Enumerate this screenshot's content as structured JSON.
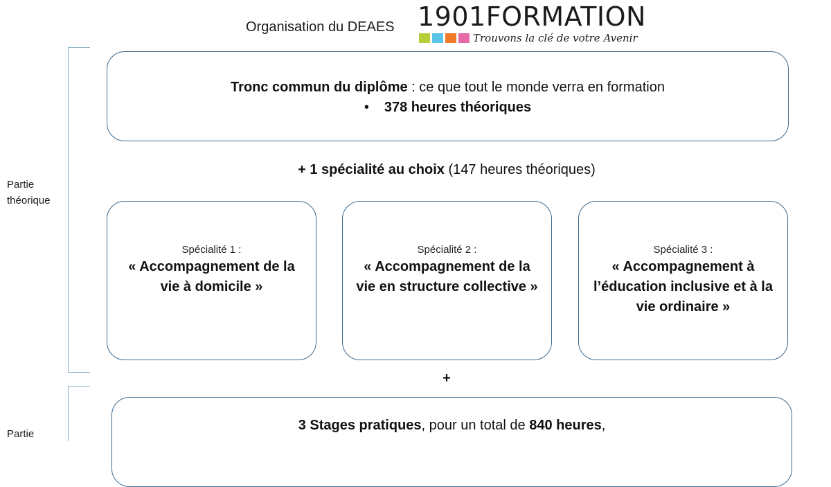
{
  "header": {
    "title": "Organisation du DEAES",
    "logo": {
      "wordmark": "1901FORMATION",
      "tagline": "Trouvons la clé de votre Avenir",
      "square_colors": [
        "#b6cf39",
        "#5bc4e8",
        "#f27a2b",
        "#e66aa6"
      ]
    }
  },
  "sections": {
    "theory_label": "Partie théorique",
    "practice_label": "Partie"
  },
  "core": {
    "title_bold": "Tronc commun du diplôme",
    "title_rest": " : ce que tout le monde verra en formation",
    "bullet": "•",
    "hours": "378 heures théoriques"
  },
  "choice": {
    "bold": "+ 1 spécialité au choix",
    "rest": " (147 heures théoriques)"
  },
  "specialities": [
    {
      "label": "Spécialité 1 :",
      "title": "« Accompagnement de la vie à domicile »"
    },
    {
      "label": "Spécialité 2 :",
      "title": "« Accompagnement de la vie en structure collective »"
    },
    {
      "label": "Spécialité 3 :",
      "title": "« Accompagnement à l’éducation inclusive et à la vie ordinaire »"
    }
  ],
  "plus": "+",
  "stages": {
    "bold1": "3 Stages pratiques",
    "text1": ", pour un total de ",
    "bold2": "840 heures",
    "text2": ","
  },
  "colors": {
    "box_border": "#3d6a8e",
    "bracket": "#8ab0c6"
  }
}
